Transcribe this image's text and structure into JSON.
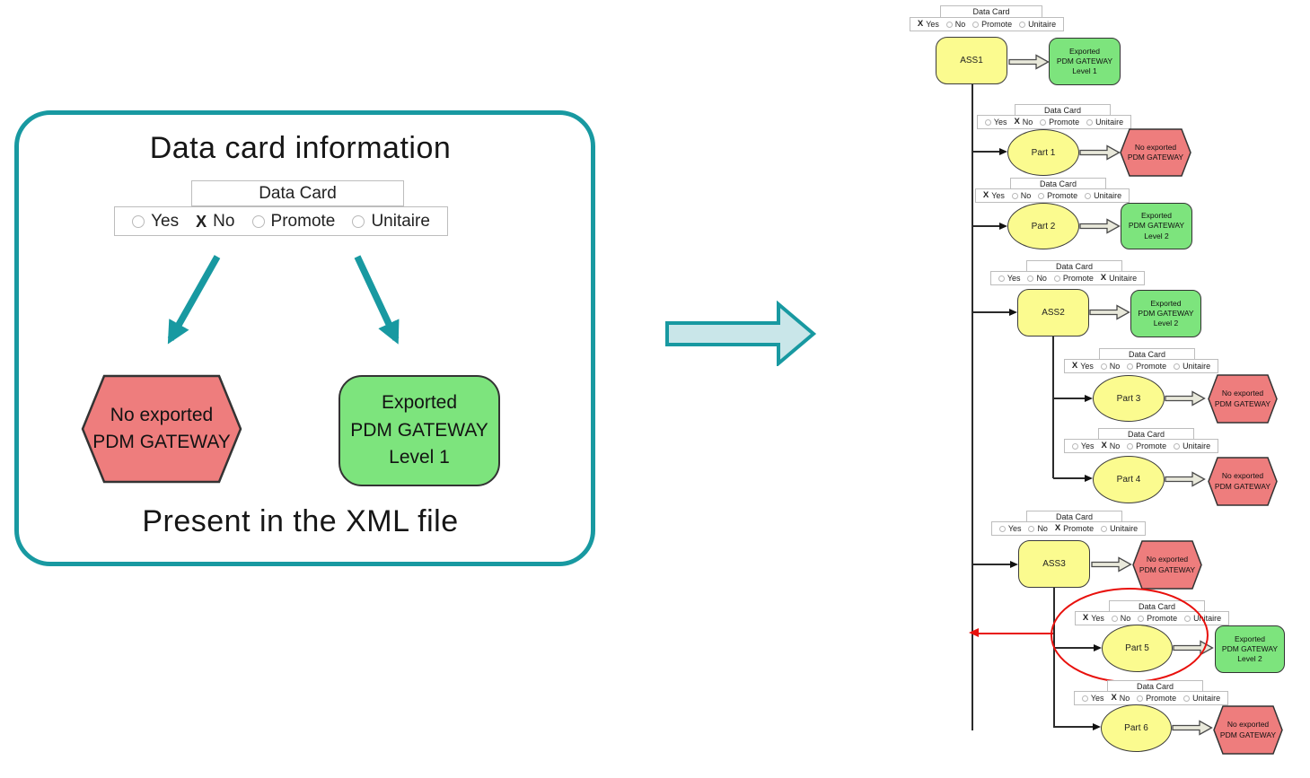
{
  "left_panel": {
    "title": "Data card information",
    "footer": "Present in the XML file",
    "data_card": {
      "label": "Data Card",
      "options": [
        "Yes",
        "No",
        "Promote",
        "Unitaire"
      ],
      "checked": "No"
    },
    "no_exported": {
      "lines": [
        "No exported",
        "PDM GATEWAY"
      ]
    },
    "exported": {
      "lines": [
        "Exported",
        "PDM GATEWAY",
        "Level 1"
      ]
    }
  },
  "tree": {
    "nodes": [
      {
        "label": "ASS1",
        "shape": "assembly",
        "card": {
          "label": "Data Card",
          "options": [
            "Yes",
            "No",
            "Promote",
            "Unitaire"
          ],
          "checked": "Yes"
        },
        "result": {
          "type": "exported",
          "lines": [
            "Exported",
            "PDM GATEWAY",
            "Level 1"
          ]
        }
      },
      {
        "label": "Part 1",
        "shape": "part",
        "card": {
          "label": "Data Card",
          "options": [
            "Yes",
            "No",
            "Promote",
            "Unitaire"
          ],
          "checked": "No"
        },
        "result": {
          "type": "no-exported",
          "lines": [
            "No exported",
            "PDM GATEWAY"
          ]
        }
      },
      {
        "label": "Part 2",
        "shape": "part",
        "card": {
          "label": "Data Card",
          "options": [
            "Yes",
            "No",
            "Promote",
            "Unitaire"
          ],
          "checked": "Yes"
        },
        "result": {
          "type": "exported",
          "lines": [
            "Exported",
            "PDM GATEWAY",
            "Level 2"
          ]
        }
      },
      {
        "label": "ASS2",
        "shape": "assembly",
        "card": {
          "label": "Data Card",
          "options": [
            "Yes",
            "No",
            "Promote",
            "Unitaire"
          ],
          "checked": "Unitaire"
        },
        "result": {
          "type": "exported",
          "lines": [
            "Exported",
            "PDM GATEWAY",
            "Level 2"
          ]
        }
      },
      {
        "label": "Part 3",
        "shape": "part",
        "card": {
          "label": "Data Card",
          "options": [
            "Yes",
            "No",
            "Promote",
            "Unitaire"
          ],
          "checked": "Yes"
        },
        "result": {
          "type": "no-exported",
          "lines": [
            "No exported",
            "PDM GATEWAY"
          ]
        }
      },
      {
        "label": "Part 4",
        "shape": "part",
        "card": {
          "label": "Data Card",
          "options": [
            "Yes",
            "No",
            "Promote",
            "Unitaire"
          ],
          "checked": "No"
        },
        "result": {
          "type": "no-exported",
          "lines": [
            "No exported",
            "PDM GATEWAY"
          ]
        }
      },
      {
        "label": "ASS3",
        "shape": "assembly",
        "card": {
          "label": "Data Card",
          "options": [
            "Yes",
            "No",
            "Promote",
            "Unitaire"
          ],
          "checked": "Promote"
        },
        "result": {
          "type": "no-exported",
          "lines": [
            "No exported",
            "PDM GATEWAY"
          ]
        }
      },
      {
        "label": "Part 5",
        "shape": "part",
        "card": {
          "label": "Data Card",
          "options": [
            "Yes",
            "No",
            "Promote",
            "Unitaire"
          ],
          "checked": "Yes"
        },
        "result": {
          "type": "exported",
          "lines": [
            "Exported",
            "PDM GATEWAY",
            "Level 2"
          ]
        }
      },
      {
        "label": "Part 6",
        "shape": "part",
        "card": {
          "label": "Data Card",
          "options": [
            "Yes",
            "No",
            "Promote",
            "Unitaire"
          ],
          "checked": "No"
        },
        "result": {
          "type": "no-exported",
          "lines": [
            "No exported",
            "PDM GATEWAY"
          ]
        }
      }
    ],
    "highlight": {
      "shape": "red-ellipse",
      "target": "Part 5"
    }
  },
  "colors": {
    "teal": "#1899A1",
    "teal_arrow_fill": "#C9E6E9",
    "node_yellow": "#FBFB8F",
    "exported_green": "#7DE47D",
    "no_export_red": "#EE7D7D",
    "highlight_red": "#E8100C",
    "block_arrow_fill": "#E9E9DB"
  }
}
